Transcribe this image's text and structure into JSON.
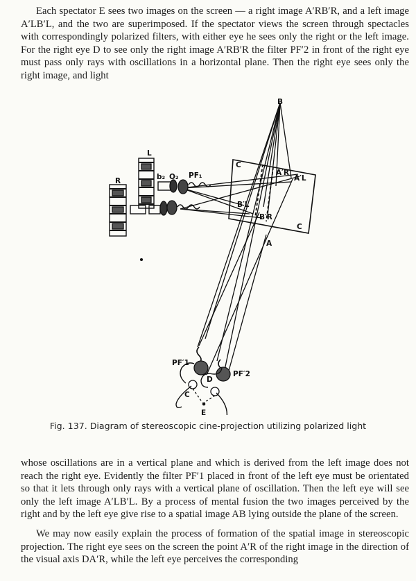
{
  "paragraphs": {
    "top": "Each spectator E sees two images on the screen — a right image A′RB′R, and a left image A′LB′L, and the two are superimposed. If the spectator views the screen through spectacles with correspondingly polarized filters, with either eye he sees only the right or the left image. For the right eye D to see only the right image A′RB′R the filter PF′2 in front of the right eye must pass only rays with oscillations in a horizontal plane. Then the right eye sees only the right image, and light",
    "middle": "whose oscillations are in a vertical plane and which is derived from the left image does not reach the right eye. Evidently the filter PF′1 placed in front of the left eye must be orientated so that it lets through only rays with a vertical plane of oscillation. Then the left eye will see only the left image A′LB′L. By a process of mental fusion the two images perceived by the right and by the left eye give rise to a spatial image AB lying outside the plane of the screen.",
    "bottom": "We may now easily explain the process of formation of the spatial image in stereoscopic projection. The right eye sees on the screen the point A′R of the right image in the direction of the visual axis DA′R, while the left eye perceives the corresponding"
  },
  "figure": {
    "caption": "Fig. 137. Diagram of stereoscopic cine-projection utilizing polarized light",
    "labels": {
      "B": "B",
      "A": "A",
      "C_top": "C",
      "C_bottom": "C",
      "L": "L",
      "R": "R",
      "b2": "b₂",
      "O2": "O₂",
      "PF1": "PF₁",
      "AR": "A′R",
      "AL": "A′L",
      "BL": "B′L",
      "BR": "B′R",
      "PF1_prime": "PF′1",
      "PF2_prime": "PF′2",
      "D": "D",
      "C_eye": "C",
      "E": "E"
    }
  }
}
